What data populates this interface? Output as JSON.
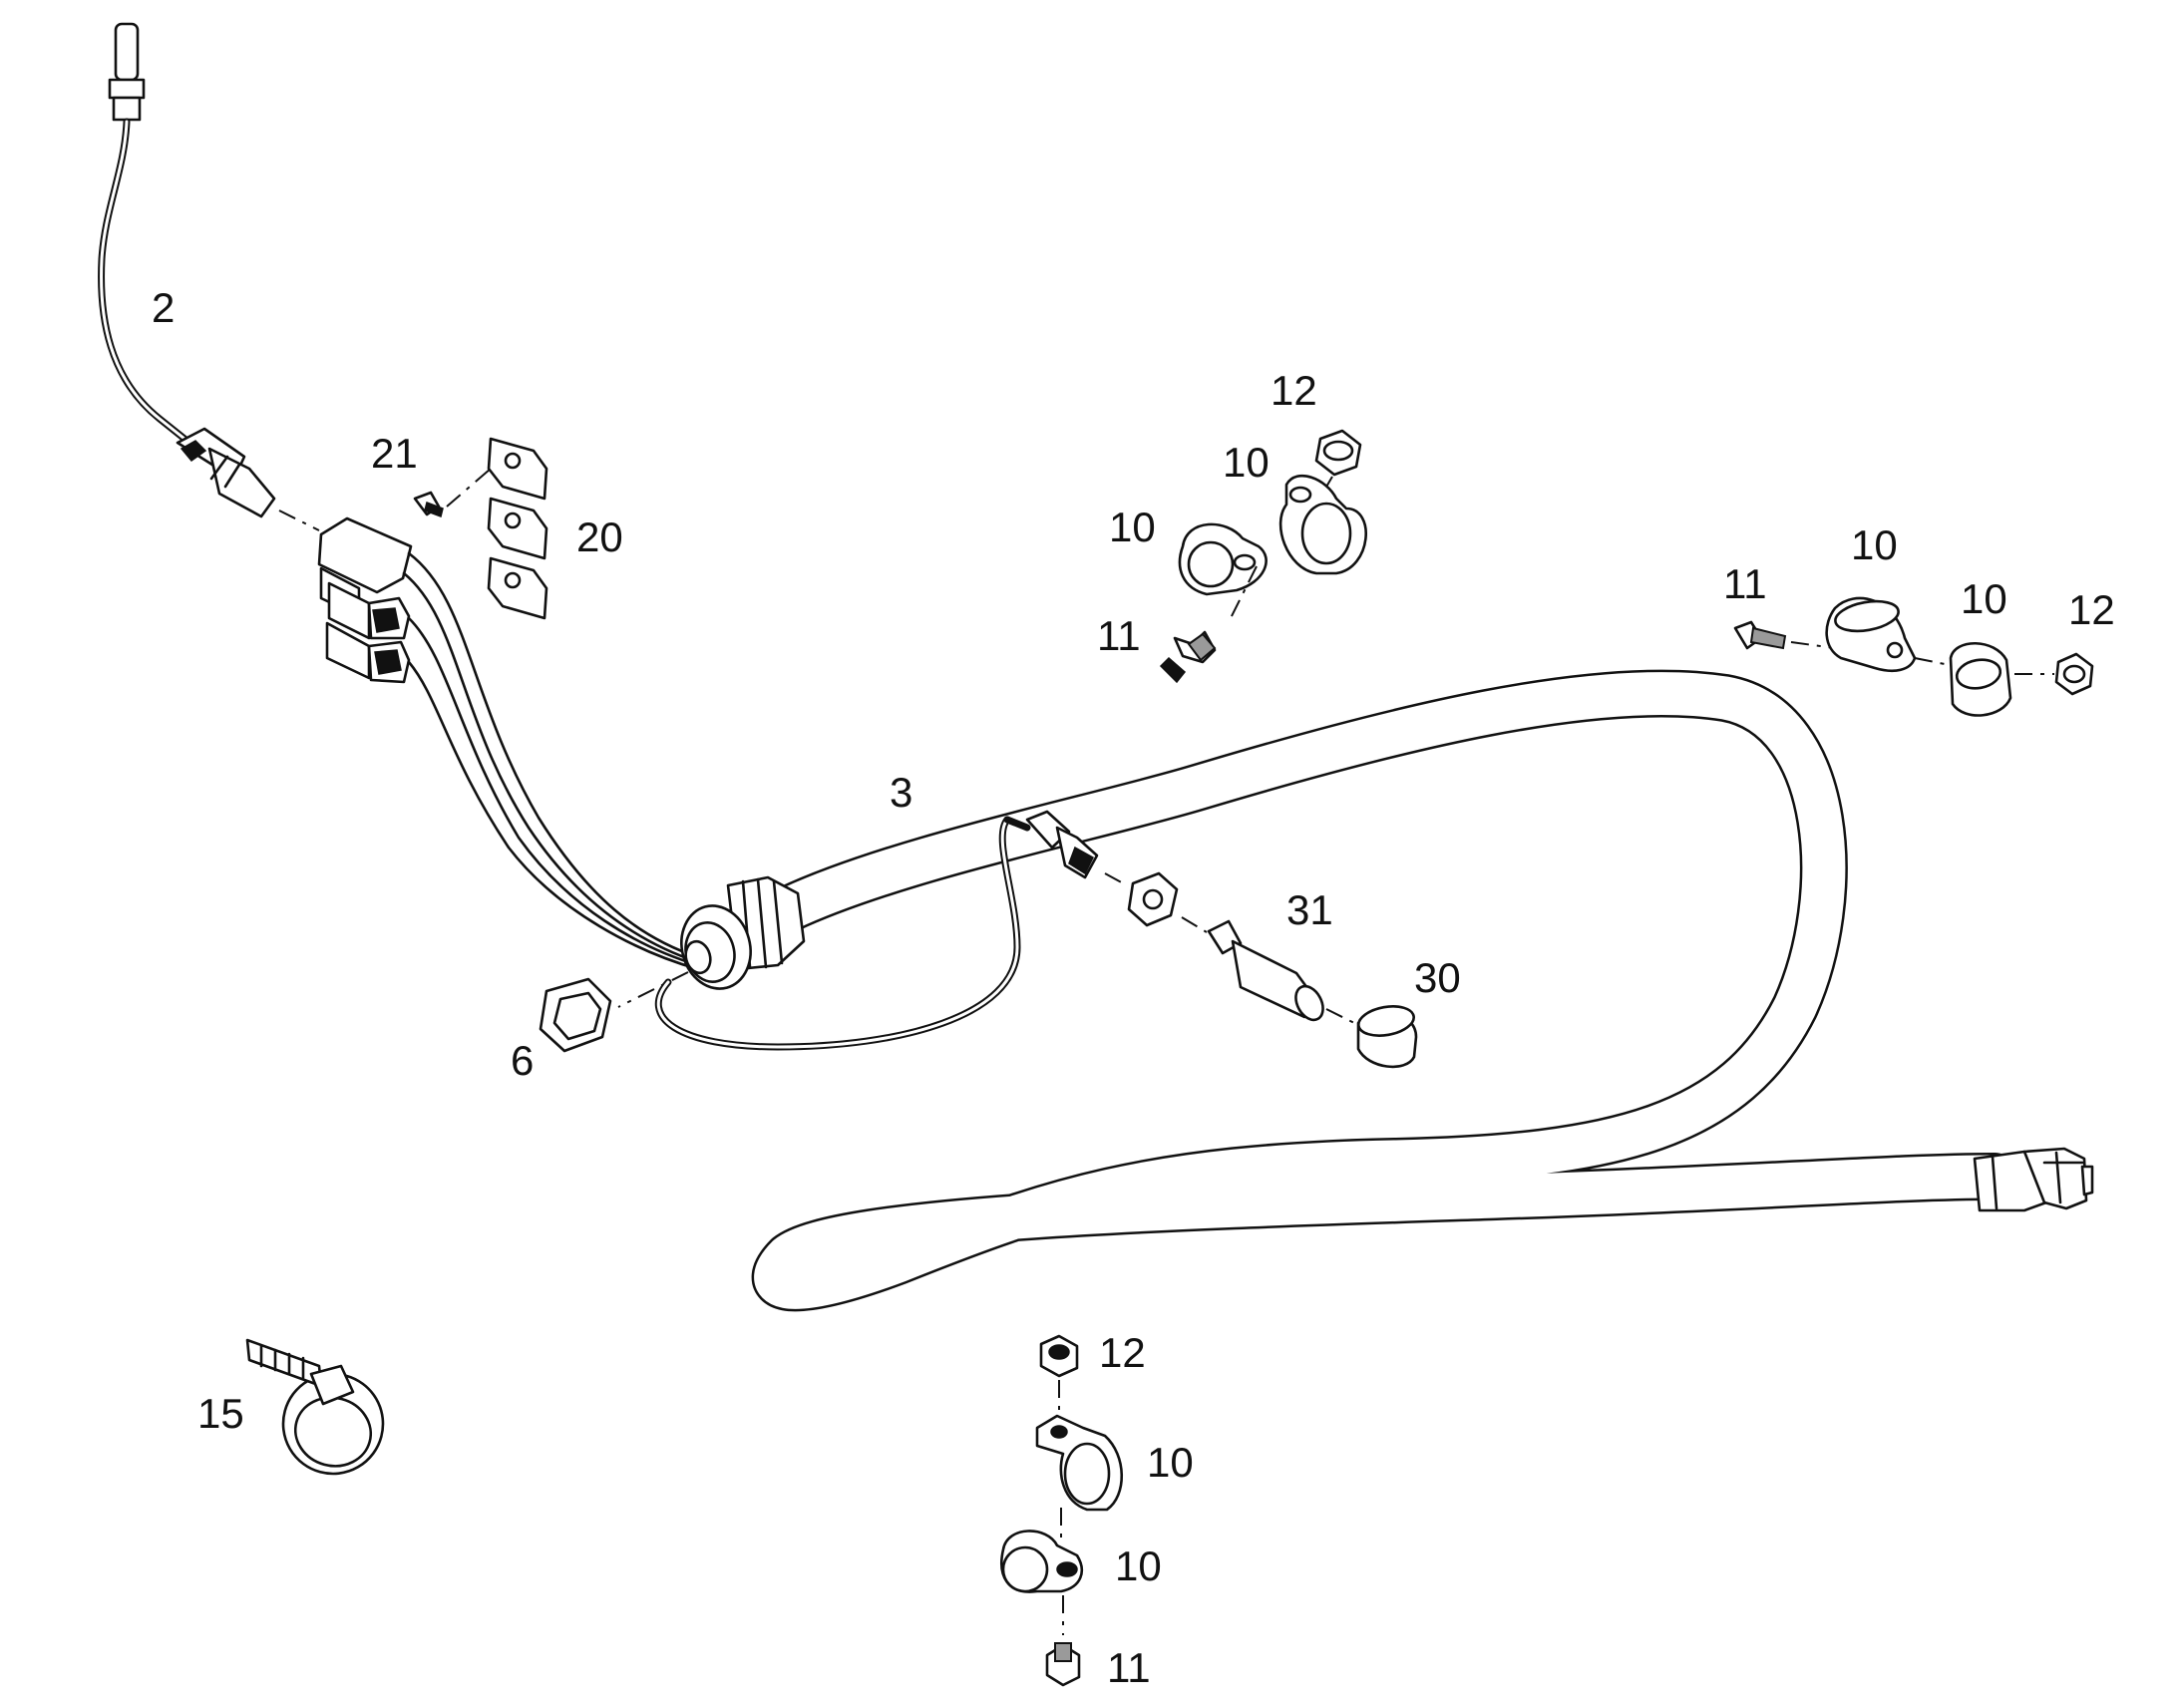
{
  "callouts": {
    "sensor_cable": "2",
    "harness": "3",
    "nut_gland": "6",
    "clamp_upper_left": "10",
    "clamp_upper_right": "10",
    "clamp_right_a": "10",
    "clamp_right_b": "10",
    "clamp_lower_a": "10",
    "clamp_lower_b": "10",
    "screw_upper": "11",
    "screw_right": "11",
    "screw_lower": "11",
    "nut_upper": "12",
    "nut_right": "12",
    "nut_lower": "12",
    "cable_tie": "15",
    "clips": "20",
    "small_screw": "21",
    "cap": "30",
    "plug_pin": "31"
  }
}
